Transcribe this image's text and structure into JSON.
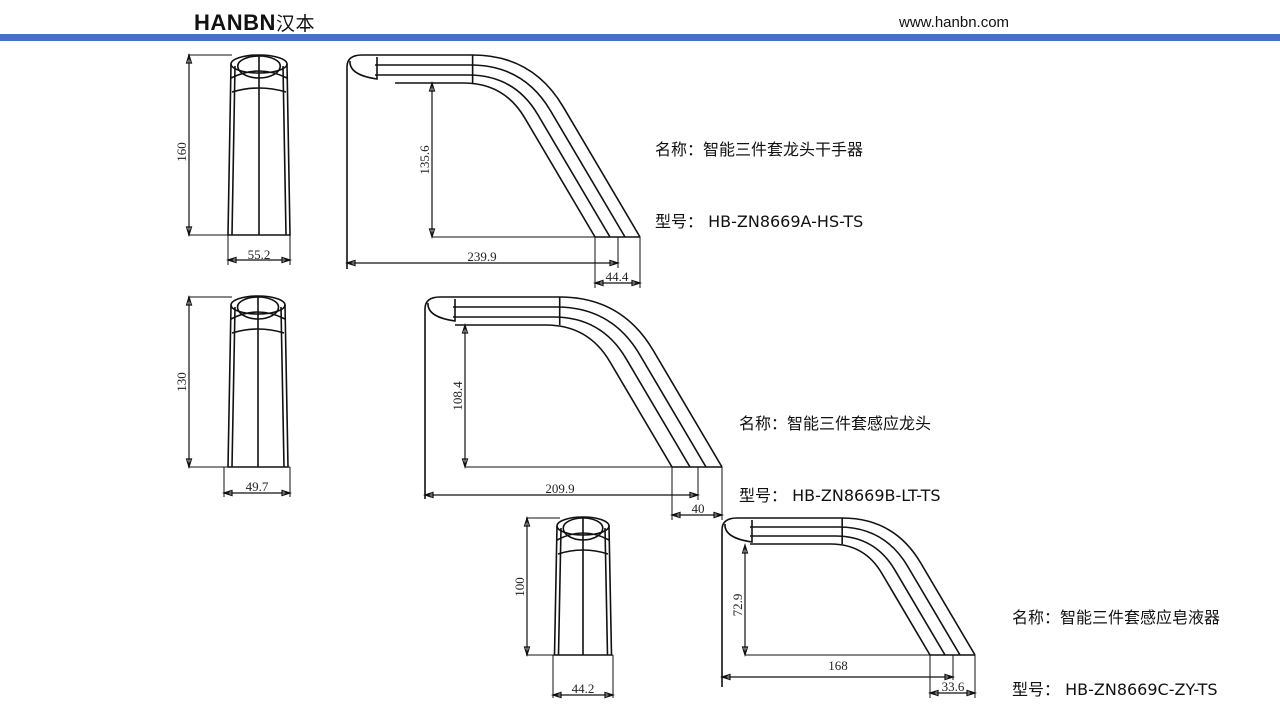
{
  "header": {
    "brand": "HANBN",
    "brand_cn": "汉本",
    "url": "www.hanbn.com",
    "accent_color": "#4472C4"
  },
  "products": [
    {
      "name_label": "名称：",
      "name": "智能三件套龙头干手器",
      "model_label": "型号：",
      "model": "HB-ZN8669A-HS-TS",
      "dims": {
        "height": "160",
        "width": "55.2",
        "spout_height": "135.6",
        "spout_length": "239.9",
        "spout_tip": "44.4"
      }
    },
    {
      "name_label": "名称：",
      "name": "智能三件套感应龙头",
      "model_label": "型号：",
      "model": "HB-ZN8669B-LT-TS",
      "dims": {
        "height": "130",
        "width": "49.7",
        "spout_height": "108.4",
        "spout_length": "209.9",
        "spout_tip": "40"
      }
    },
    {
      "name_label": "名称：",
      "name": "智能三件套感应皂液器",
      "model_label": "型号：",
      "model": "HB-ZN8669C-ZY-TS",
      "dims": {
        "height": "100",
        "width": "44.2",
        "spout_height": "72.9",
        "spout_length": "168",
        "spout_tip": "33.6"
      }
    }
  ]
}
